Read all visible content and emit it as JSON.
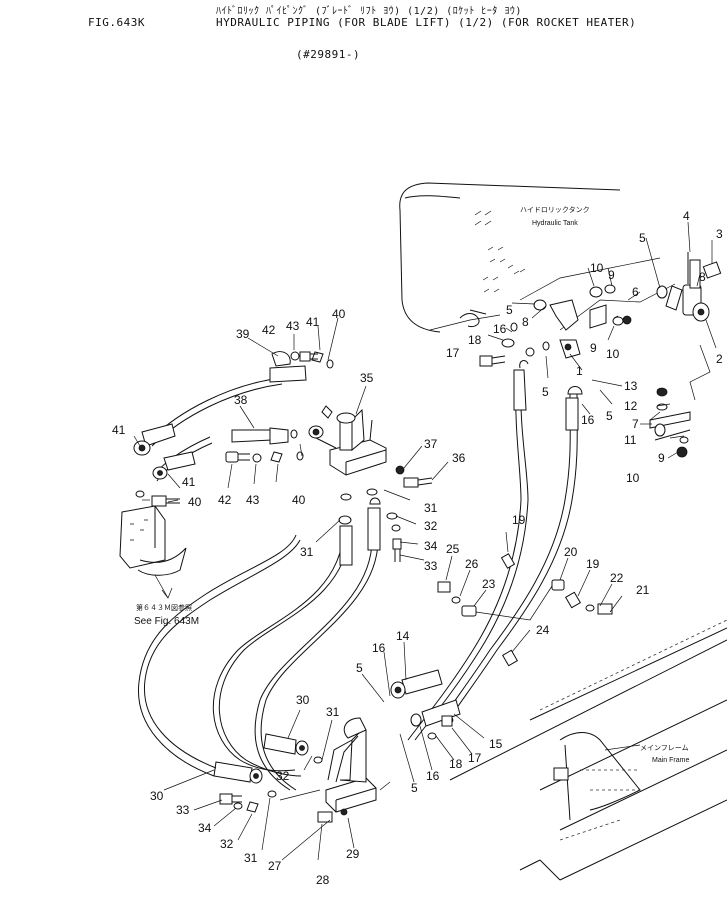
{
  "header": {
    "fig": "FIG.643K",
    "kana_line": "ﾊｲﾄﾞﾛﾘｯｸ ﾊﾟｲﾋﾟﾝｸﾞ (ﾌﾞﾚｰﾄﾞ ﾘﾌﾄ ﾖｳ) (1/2) (ﾛｹｯﾄ ﾋｰﾀ ﾖｳ)",
    "title": "HYDRAULIC PIPING (FOR BLADE LIFT) (1/2) (FOR ROCKET HEATER)",
    "serial": "(#29891-)"
  },
  "annotations": {
    "tank_jp": "ハイドロリックタンク",
    "tank_en": "Hydraulic Tank",
    "frame_jp": "メインフレーム",
    "frame_en": "Main Frame",
    "see_jp": "第６４３Ｍ図参照",
    "see_en": "See Fig. 643M"
  },
  "callouts": [
    {
      "label": "1"
    },
    {
      "label": "2"
    },
    {
      "label": "3"
    },
    {
      "label": "4"
    },
    {
      "label": "5"
    },
    {
      "label": "5"
    },
    {
      "label": "5"
    },
    {
      "label": "5"
    },
    {
      "label": "5"
    },
    {
      "label": "5"
    },
    {
      "label": "6"
    },
    {
      "label": "7"
    },
    {
      "label": "8"
    },
    {
      "label": "8"
    },
    {
      "label": "9"
    },
    {
      "label": "9"
    },
    {
      "label": "9"
    },
    {
      "label": "10"
    },
    {
      "label": "10"
    },
    {
      "label": "10"
    },
    {
      "label": "11"
    },
    {
      "label": "12"
    },
    {
      "label": "13"
    },
    {
      "label": "14"
    },
    {
      "label": "15"
    },
    {
      "label": "16"
    },
    {
      "label": "16"
    },
    {
      "label": "16"
    },
    {
      "label": "16"
    },
    {
      "label": "17"
    },
    {
      "label": "17"
    },
    {
      "label": "18"
    },
    {
      "label": "18"
    },
    {
      "label": "19"
    },
    {
      "label": "19"
    },
    {
      "label": "20"
    },
    {
      "label": "21"
    },
    {
      "label": "22"
    },
    {
      "label": "23"
    },
    {
      "label": "24"
    },
    {
      "label": "25"
    },
    {
      "label": "26"
    },
    {
      "label": "27"
    },
    {
      "label": "28"
    },
    {
      "label": "29"
    },
    {
      "label": "30"
    },
    {
      "label": "30"
    },
    {
      "label": "31"
    },
    {
      "label": "31"
    },
    {
      "label": "31"
    },
    {
      "label": "31"
    },
    {
      "label": "32"
    },
    {
      "label": "32"
    },
    {
      "label": "32"
    },
    {
      "label": "33"
    },
    {
      "label": "33"
    },
    {
      "label": "34"
    },
    {
      "label": "34"
    },
    {
      "label": "35"
    },
    {
      "label": "36"
    },
    {
      "label": "37"
    },
    {
      "label": "38"
    },
    {
      "label": "39"
    },
    {
      "label": "40"
    },
    {
      "label": "40"
    },
    {
      "label": "40"
    },
    {
      "label": "41"
    },
    {
      "label": "41"
    },
    {
      "label": "41"
    },
    {
      "label": "42"
    },
    {
      "label": "42"
    },
    {
      "label": "43"
    },
    {
      "label": "43"
    }
  ]
}
